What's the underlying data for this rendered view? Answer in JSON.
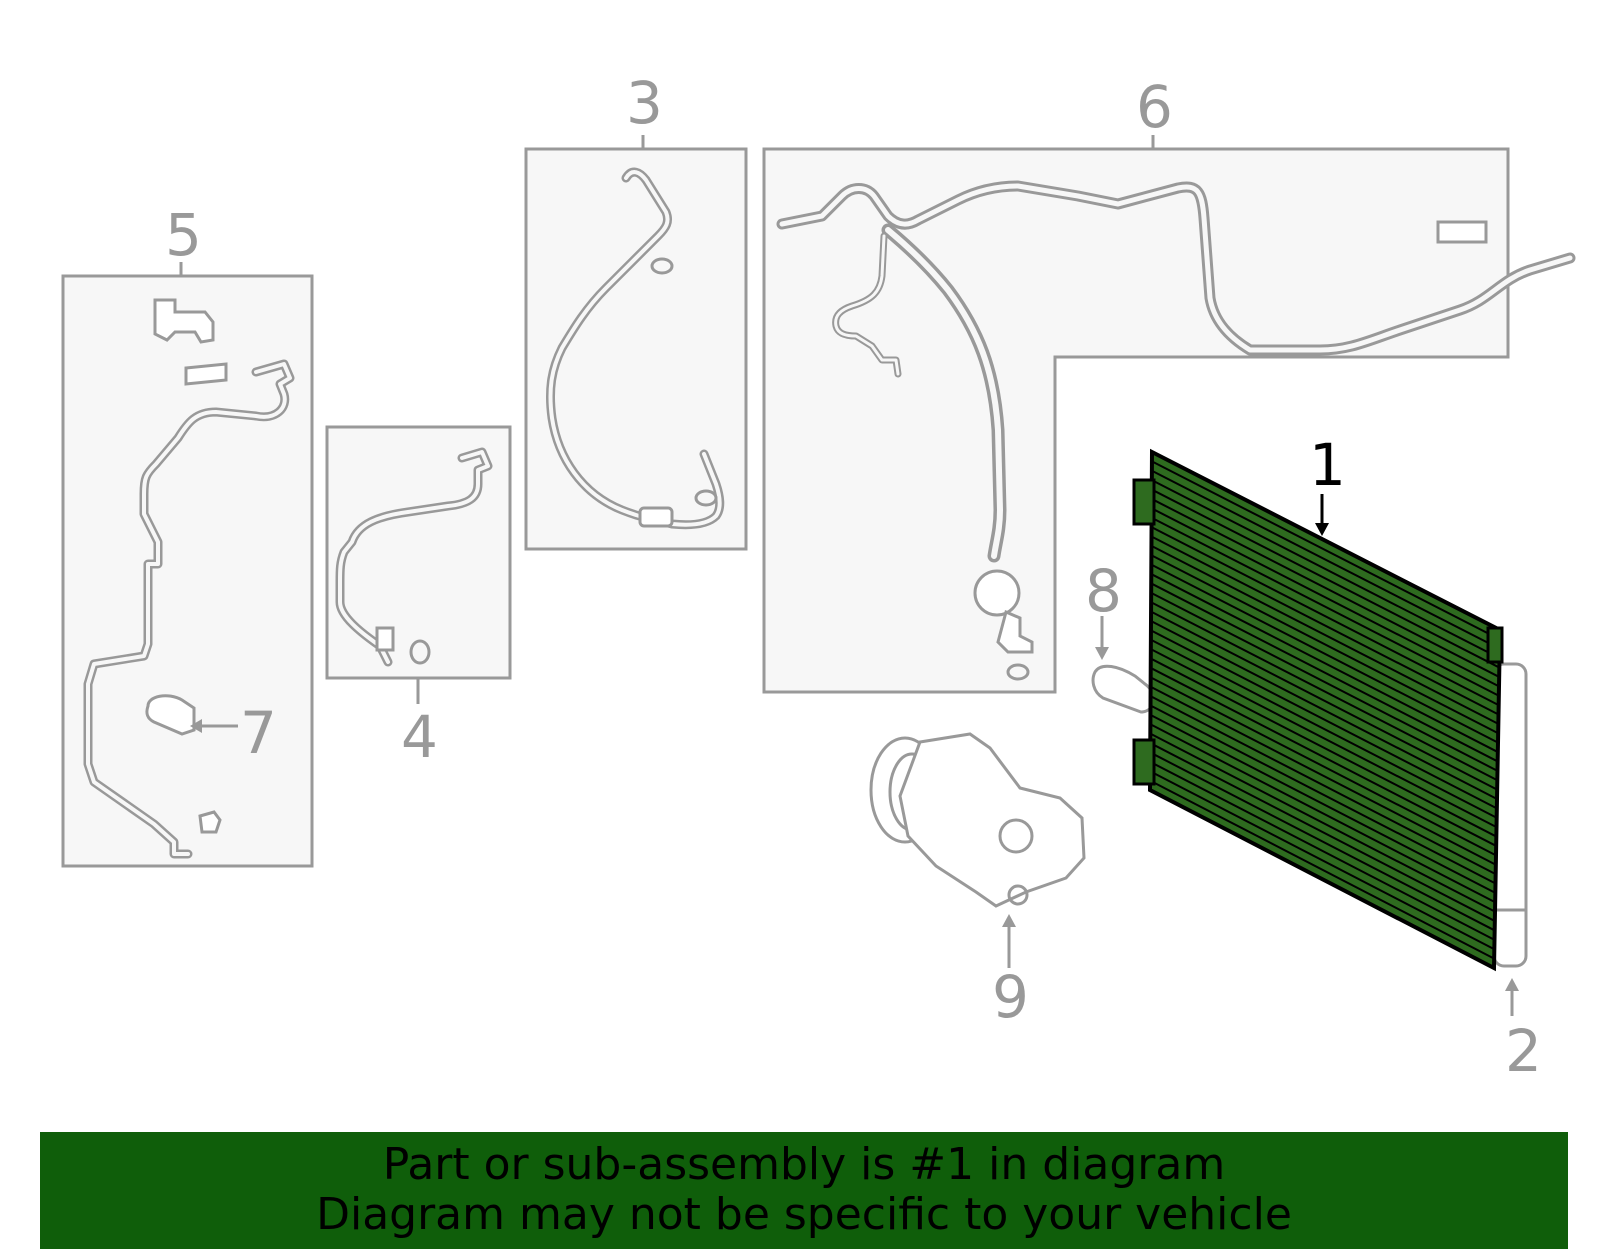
{
  "callouts": {
    "c1": "1",
    "c2": "2",
    "c3": "3",
    "c4": "4",
    "c5": "5",
    "c6": "6",
    "c7": "7",
    "c8": "8",
    "c9": "9"
  },
  "highlighted_part": "1",
  "colors": {
    "part_gray": "#999999",
    "box_fill": "#f7f7f7",
    "highlight_green": "#2e6b1f",
    "banner_green": "#0f5e0a",
    "text_black": "#000000"
  },
  "banner": {
    "line1": "Part or sub-assembly is #1 in diagram",
    "line2": "Diagram may not be specific to your vehicle"
  }
}
